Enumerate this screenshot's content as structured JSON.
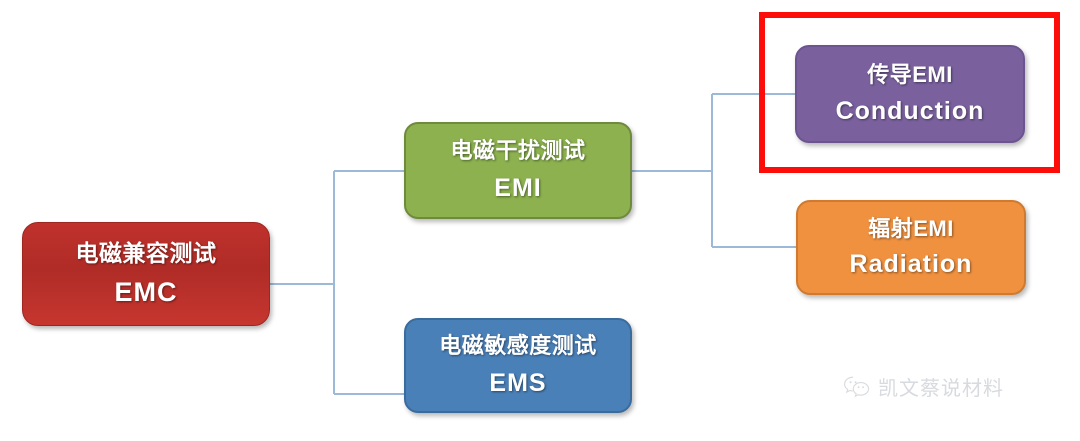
{
  "diagram": {
    "type": "tree-hierarchy",
    "orientation": "left-to-right",
    "root": "EMC",
    "nodes": [
      {
        "id": "emc",
        "title_cn": "电磁兼容测试",
        "title_en": "EMC",
        "color": "#b02c27",
        "border_color": "#9e2621",
        "level": 0
      },
      {
        "id": "emi",
        "title_cn": "电磁干扰测试",
        "title_en": "EMI",
        "color": "#8cb14e",
        "border_color": "#6f8a3c",
        "level": 1
      },
      {
        "id": "ems",
        "title_cn": "电磁敏感度测试",
        "title_en": "EMS",
        "color": "#4a80b8",
        "border_color": "#3a6b9d",
        "level": 1
      },
      {
        "id": "conduction",
        "title_cn": "传导EMI",
        "title_en": "Conduction",
        "color": "#7a619e",
        "border_color": "#6b5490",
        "level": 2
      },
      {
        "id": "radiation",
        "title_cn": "辐射EMI",
        "title_en": "Radiation",
        "color": "#f0913f",
        "border_color": "#cf7a2f",
        "level": 2
      }
    ],
    "edges": [
      {
        "from": "emc",
        "to": "emi"
      },
      {
        "from": "emc",
        "to": "ems"
      },
      {
        "from": "emi",
        "to": "conduction"
      },
      {
        "from": "emi",
        "to": "radiation"
      }
    ],
    "connector_color": "#9cb9d8",
    "highlight": {
      "target": "conduction",
      "color": "#fc0d09",
      "stroke_width": 6
    }
  },
  "watermark": {
    "icon": "wechat-icon",
    "text": "凯文蔡说材料",
    "color": "#b7bcc4"
  }
}
